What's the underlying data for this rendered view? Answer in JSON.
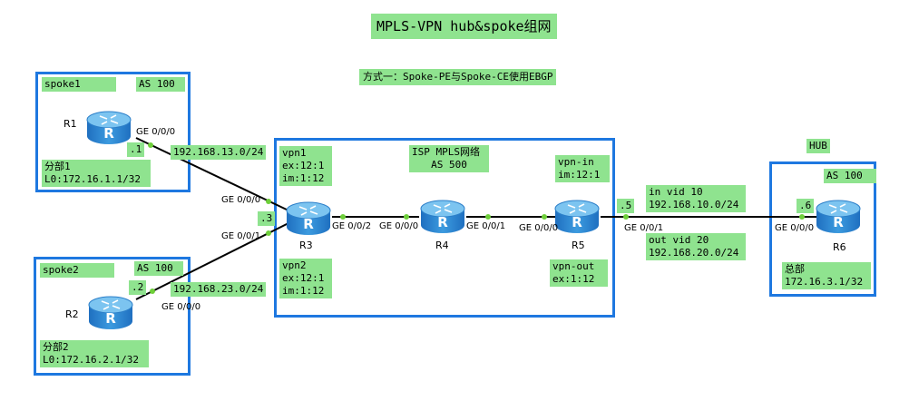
{
  "title": "MPLS-VPN hub&spoke组网",
  "subtitle": "方式一：Spoke-PE与Spoke-CE使用EBGP",
  "boxes": {
    "spoke1": {
      "name": "spoke1",
      "as": "AS 100",
      "site": "分部1",
      "loopback": "L0:172.16.1.1/32"
    },
    "spoke2": {
      "name": "spoke2",
      "as": "AS 100",
      "site": "分部2",
      "loopback": "L0:172.16.2.1/32"
    },
    "isp": {
      "name": "ISP MPLS网络",
      "as": "AS 500"
    },
    "hub": {
      "name": "HUB",
      "as": "AS 100",
      "site": "总部",
      "loopback": "172.16.3.1/32"
    }
  },
  "routers": {
    "r1": "R1",
    "r2": "R2",
    "r3": "R3",
    "r4": "R4",
    "r5": "R5",
    "r6": "R6"
  },
  "vpn": {
    "vpn1": {
      "name": "vpn1",
      "ex": "ex:12:1",
      "im": "im:1:12"
    },
    "vpn2": {
      "name": "vpn2",
      "ex": "ex:12:1",
      "im": "im:1:12"
    },
    "vpn_in": {
      "name": "vpn-in",
      "im": "im:12:1"
    },
    "vpn_out": {
      "name": "vpn-out",
      "ex": "ex:1:12"
    }
  },
  "subnets": {
    "r1_r3": "192.168.13.0/24",
    "r2_r3": "192.168.23.0/24",
    "in_vid": "in vid 10",
    "in_net": "192.168.10.0/24",
    "out_vid": "out vid 20",
    "out_net": "192.168.20.0/24"
  },
  "hosts": {
    "r1": ".1",
    "r2": ".2",
    "r3": ".3",
    "r5": ".5",
    "r6": ".6"
  },
  "interfaces": {
    "r1_ge000": "GE 0/0/0",
    "r2_ge000": "GE 0/0/0",
    "r3_ge000": "GE 0/0/0",
    "r3_ge001": "GE 0/0/1",
    "r3_ge002": "GE 0/0/2",
    "r4_ge000": "GE 0/0/0",
    "r4_ge001": "GE 0/0/1",
    "r5_ge000": "GE 0/0/0",
    "r5_ge001": "GE 0/0/1",
    "r6_ge000": "GE 0/0/0"
  },
  "colors": {
    "label_bg": "#8fe38f",
    "box_border": "#1e78e0",
    "router_body": "#3c9bdf",
    "link_dot": "#6ecf3a"
  }
}
